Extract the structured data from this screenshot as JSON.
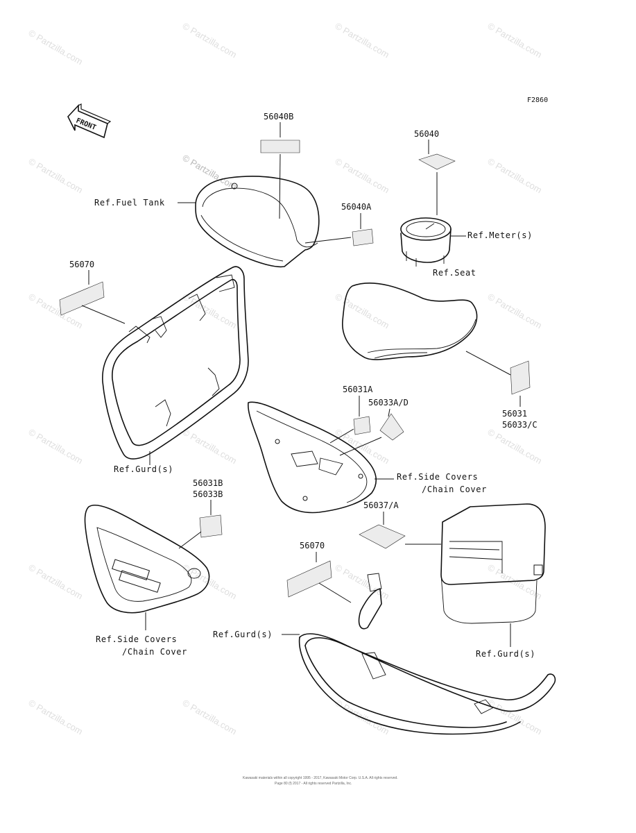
{
  "figure_code": "F2860",
  "front_arrow": "FRONT",
  "watermark": "© Partzilla.com",
  "labels": {
    "p56040b": "56040B",
    "p56040": "56040",
    "p56040a": "56040A",
    "p56070_top": "56070",
    "p56031a": "56031A",
    "p56033ad": "56033A/D",
    "p56031": "56031",
    "p56033c": "56033/C",
    "p56031b": "56031B",
    "p56033b": "56033B",
    "p56037a": "56037/A",
    "p56070_bottom": "56070",
    "ref_fuel_tank": "Ref.Fuel Tank",
    "ref_meter": "Ref.Meter(s)",
    "ref_seat": "Ref.Seat",
    "ref_gurd_left": "Ref.Gurd(s)",
    "ref_side_covers_mid": "Ref.Side Covers",
    "ref_chain_cover_mid": "/Chain Cover",
    "ref_side_covers_left": "Ref.Side Covers",
    "ref_chain_cover_left": "/Chain Cover",
    "ref_gurd_bottom": "Ref.Gurd(s)",
    "ref_gurd_right": "Ref.Gurd(s)"
  },
  "footer": {
    "line1": "Kawasaki materials within all copyright 1995 - 2017, Kawasaki Motor Corp. U.S.A. All rights reserved.",
    "line2": "Page 80 (f) 2017 - All rights reserved Partzilla, Inc."
  }
}
